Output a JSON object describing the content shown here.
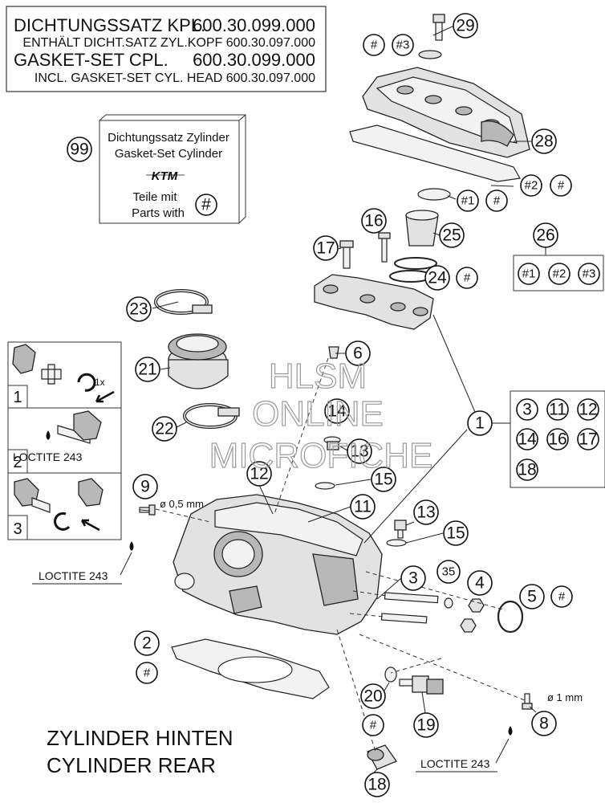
{
  "header": {
    "line1_label": "DICHTUNGSSATZ KPL.",
    "line1_number": "600.30.099.000",
    "line2": "ENTHÄLT DICHT.SATZ ZYL.KOPF 600.30.097.000",
    "line3_label": "GASKET-SET CPL.",
    "line3_number": "600.30.099.000",
    "line4": "INCL. GASKET-SET CYL. HEAD 600.30.097.000"
  },
  "kit_box": {
    "callout": "99",
    "title_de": "Dichtungssatz Zylinder",
    "title_en": "Gasket-Set Cylinder",
    "brand": "KTM",
    "parts_de": "Teile mit",
    "parts_en": "Parts with",
    "symbol": "#"
  },
  "instructions": {
    "step1_number": "1",
    "step1_text": "1x",
    "step2_number": "2",
    "step2_text": "LOCTITE 243",
    "step3_number": "3"
  },
  "callouts": {
    "c1": "1",
    "c2": "2",
    "c3": "3",
    "c4": "4",
    "c5": "5",
    "c6": "6",
    "c8": "8",
    "c9": "9",
    "c11": "11",
    "c12": "12",
    "c13a": "13",
    "c13b": "13",
    "c14": "14",
    "c15a": "15",
    "c15b": "15",
    "c16": "16",
    "c17": "17",
    "c18": "18",
    "c19": "19",
    "c20": "20",
    "c21": "21",
    "c22": "22",
    "c23": "23",
    "c24": "24",
    "c25": "25",
    "c26": "26",
    "c28": "28",
    "c29": "29",
    "c35": "35"
  },
  "symbols": {
    "hash": "#",
    "hash1": "#1",
    "hash2": "#2",
    "hash3": "#3"
  },
  "group_box_1": [
    "3",
    "11",
    "12",
    "14",
    "16",
    "17",
    "18"
  ],
  "group_box_26": [
    "#1",
    "#2",
    "#3"
  ],
  "annotations": {
    "dia_05": "ø 0,5 mm",
    "dia_1": "ø 1 mm",
    "loctite_left": "LOCTITE 243",
    "loctite_right": "LOCTITE 243"
  },
  "footer": {
    "line1": "ZYLINDER HINTEN",
    "line2": "CYLINDER REAR"
  },
  "watermark": {
    "line1": "HLSM",
    "line2": "ONLINE",
    "line3": "MICROFICHE"
  }
}
